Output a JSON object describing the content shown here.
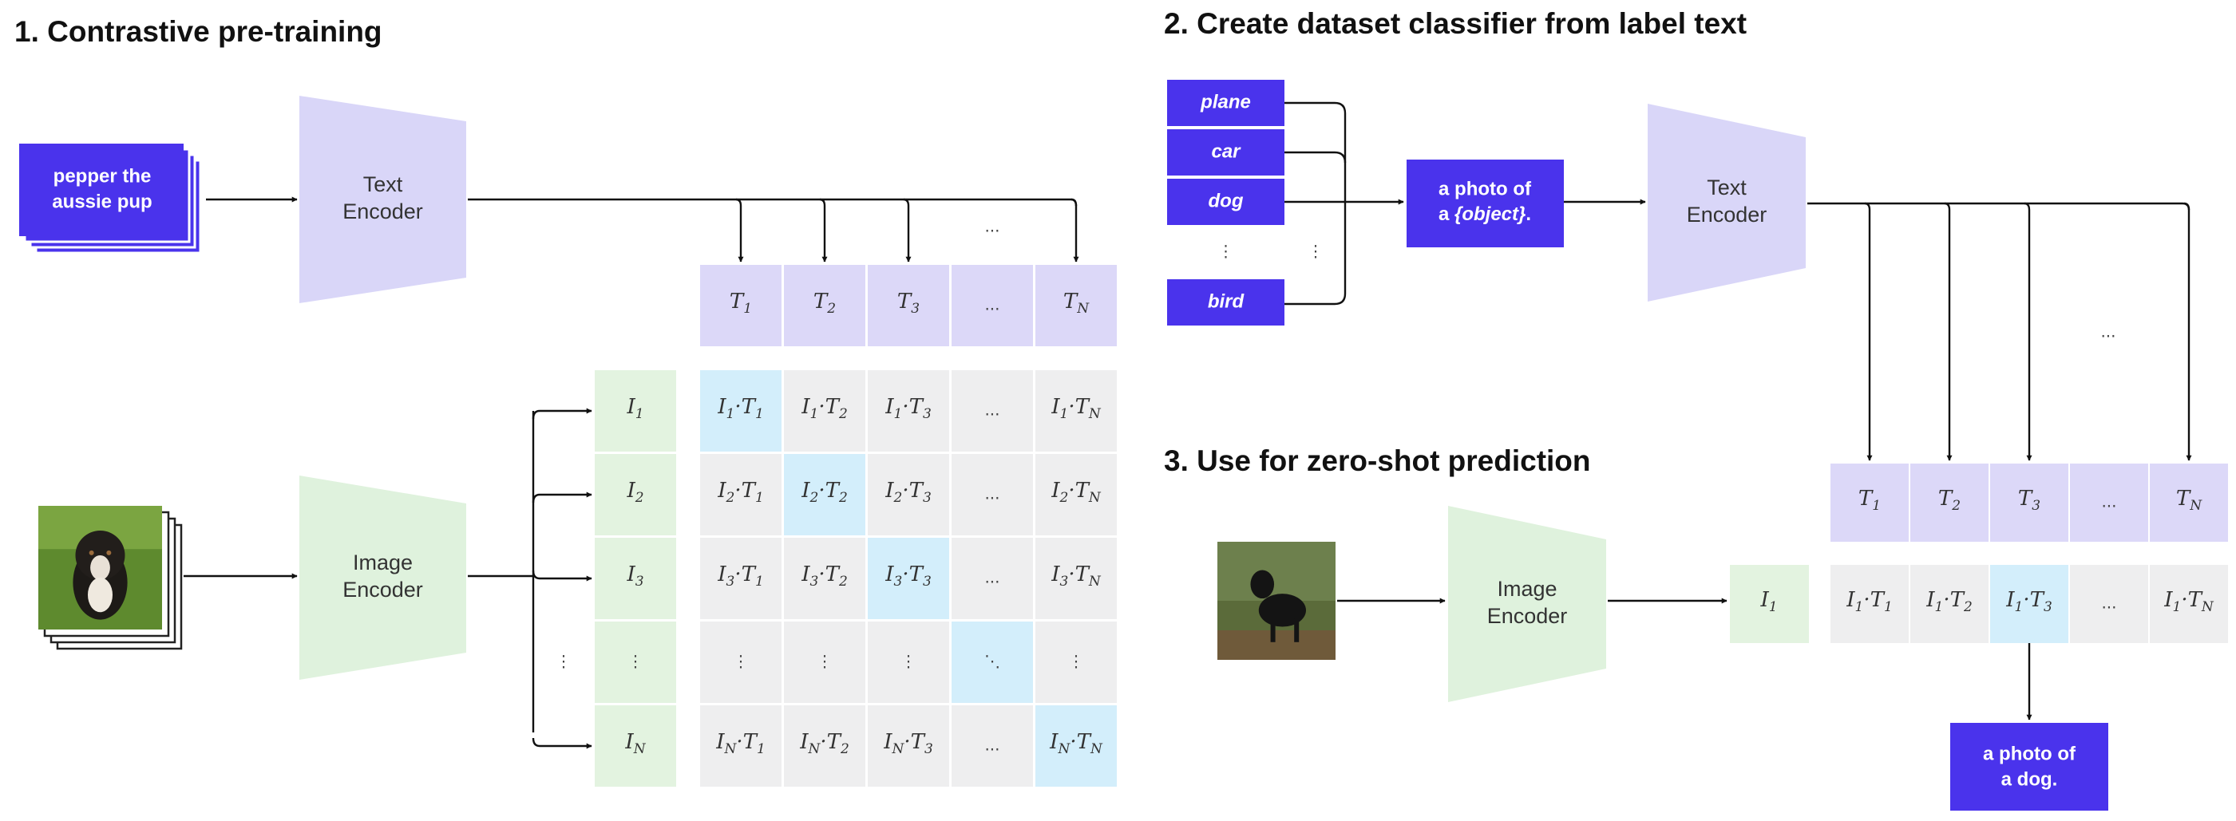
{
  "sections": {
    "pretraining_title": "1. Contrastive pre-training",
    "classifier_title": "2. Create dataset classifier from label text",
    "zeroshot_title": "3. Use for zero-shot prediction"
  },
  "encoders": {
    "text": [
      "Text",
      "Encoder"
    ],
    "image": [
      "Image",
      "Encoder"
    ]
  },
  "caption_card": [
    "pepper the",
    "aussie pup"
  ],
  "labels": [
    "plane",
    "car",
    "dog",
    "bird"
  ],
  "template": {
    "line1": "a photo of",
    "line2_pre": "a ",
    "line2_obj": "{object}",
    "line2_post": "."
  },
  "prediction": [
    "a photo of",
    "a dog."
  ],
  "symbols": {
    "ellipsis": "...",
    "vdots": "⋮",
    "ddots": "⋱",
    "dot": "·"
  },
  "math": {
    "T": "T",
    "I": "I",
    "subs": [
      "1",
      "2",
      "3",
      "N"
    ]
  },
  "colors": {
    "brand": "#4a33ec",
    "text_enc": "#d9d6f8",
    "text_tok": "#dcd8f8",
    "image_enc": "#dff2dd",
    "image_tok": "#e3f3e0",
    "cell": "#eeeeef",
    "diag": "#d3eefb"
  },
  "icons": {
    "photo_pretrain": "australian-shepherd-puppy-photo",
    "photo_query": "black-dog-photo"
  }
}
